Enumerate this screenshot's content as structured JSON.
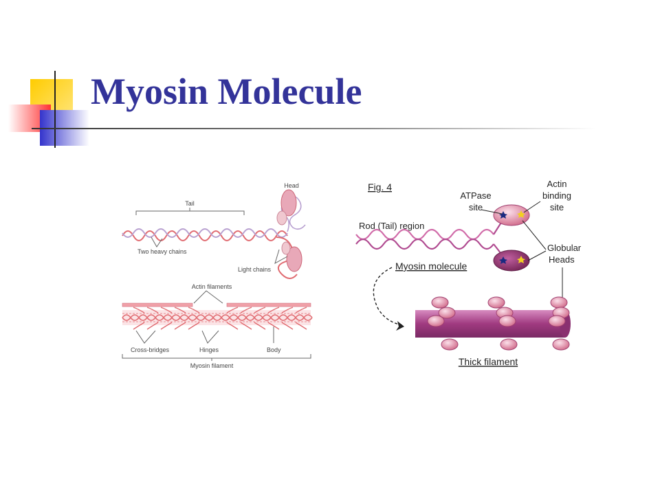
{
  "slide": {
    "title": "Myosin Molecule"
  },
  "left_figure": {
    "labels": {
      "head": "Head",
      "tail": "Tail",
      "two_heavy_chains": "Two heavy chains",
      "light_chains": "Light chains",
      "actin_filaments": "Actin filaments",
      "cross_bridges": "Cross-bridges",
      "hinges": "Hinges",
      "body": "Body",
      "myosin_filament": "Myosin filament"
    }
  },
  "right_figure": {
    "labels": {
      "fig": "Fig. 4",
      "atpase_site": [
        "ATPase",
        "site"
      ],
      "actin_binding_site": [
        "Actin",
        "binding",
        "site"
      ],
      "rod_tail_region": "Rod (Tail) region",
      "globular_heads": [
        "Globular",
        "Heads"
      ],
      "myosin_molecule": "Myosin molecule",
      "thick_filament": "Thick filament"
    }
  },
  "colors": {
    "title": "#333399",
    "yellow_square": "#ffcc00",
    "blue_square": "#3333cc",
    "red_square": "#ff3333",
    "rod": "#cc6699",
    "head": "#e0a0b0",
    "filament": "#b04a90"
  }
}
